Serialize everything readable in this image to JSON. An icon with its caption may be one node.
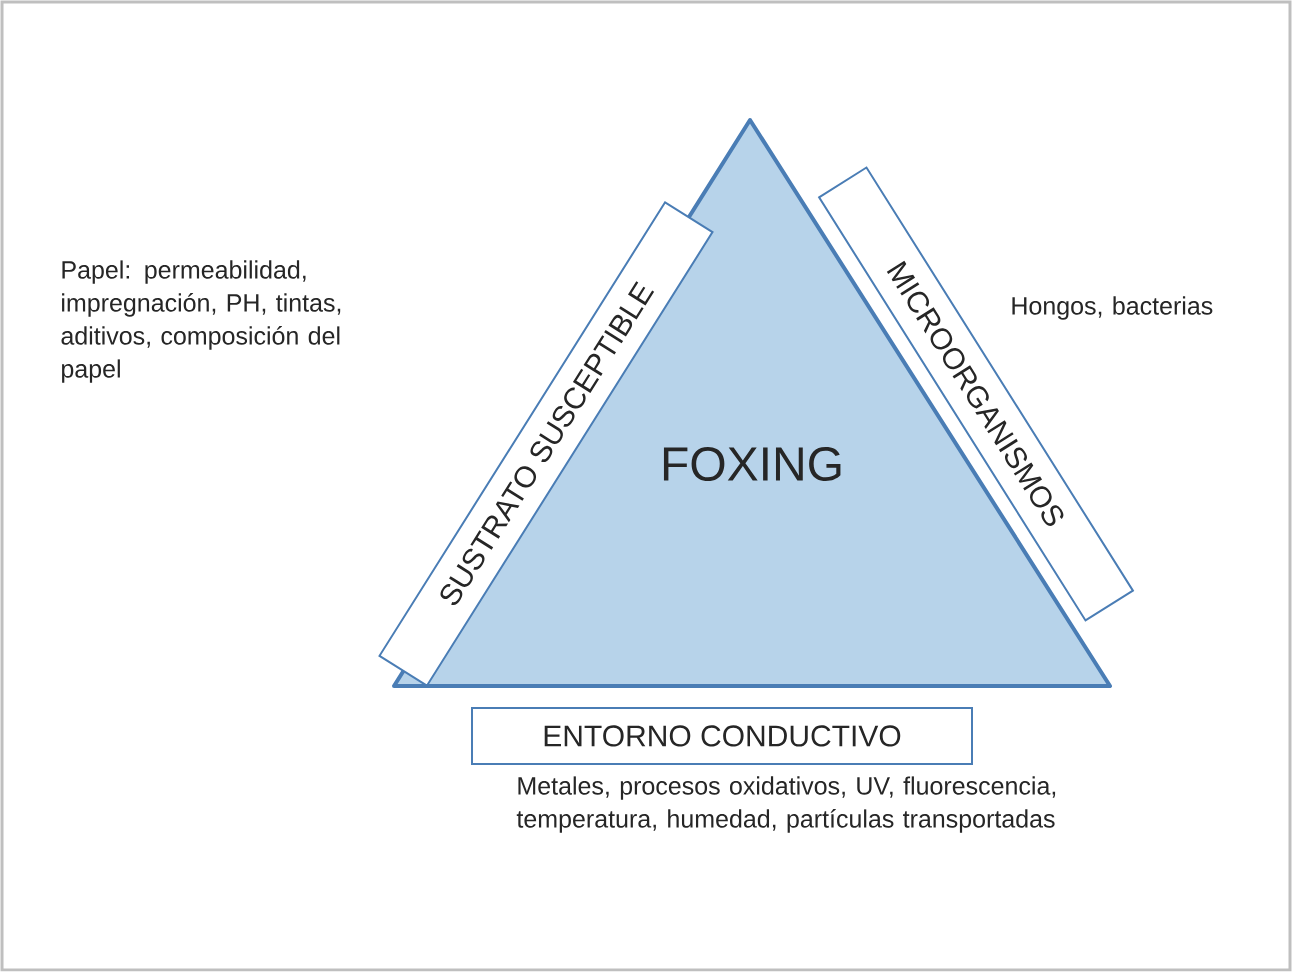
{
  "diagram": {
    "nodes": [
      {
        "text": [
          "FOXING"
        ]
      },
      {
        "text": [
          "SUSTRATO SUSCEPTIBLE"
        ],
        "beside": [
          "Papel: permeabilidad, impregnación, PH, tintas, aditivos, composición del papel"
        ]
      },
      {
        "text": [
          "MICROORGANISMOS"
        ],
        "beside": [
          "Hongos, bacterias"
        ]
      },
      {
        "text": [
          "ENTORNO CONDUCTIVO"
        ],
        "beside": [
          "Metales, procesos oxidativos, UV, fluorescencia, temperatura, humedad, partículas transportadas"
        ]
      }
    ]
  }
}
